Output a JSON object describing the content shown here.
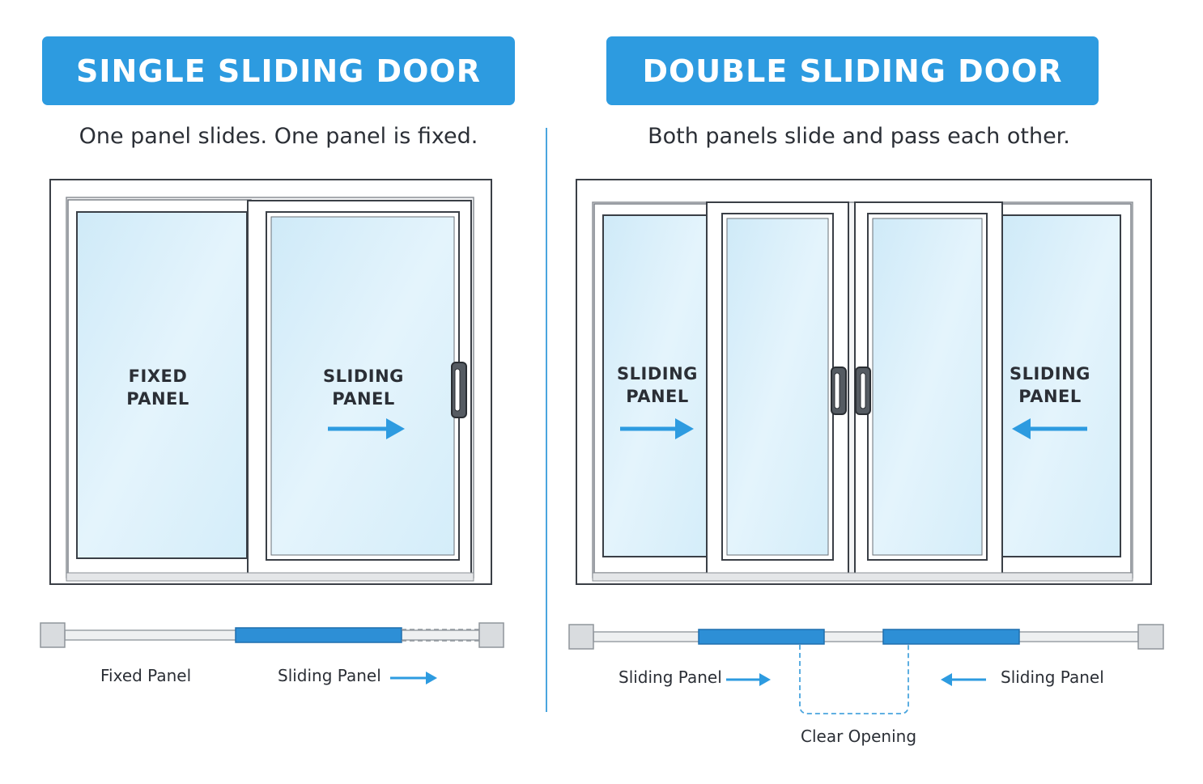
{
  "single": {
    "title": "SINGLE SLIDING DOOR",
    "subtitle": "One panel slides.  One panel is fixed.",
    "fixed_panel": {
      "line1": "FIXED",
      "line2": "PANEL"
    },
    "sliding_panel": {
      "line1": "SLIDING",
      "line2": "PANEL"
    },
    "caption_fixed": "Fixed Panel",
    "caption_sliding": "Sliding Panel"
  },
  "double": {
    "title": "DOUBLE SLIDING DOOR",
    "subtitle": "Both panels slide and pass each other.",
    "left_panel": {
      "line1": "SLIDING",
      "line2": "PANEL"
    },
    "right_panel": {
      "line1": "SLIDING",
      "line2": "PANEL"
    },
    "caption_left": "Sliding Panel",
    "caption_right": "Sliding Panel",
    "caption_opening": "Clear Opening"
  },
  "colors": {
    "accent": "#2d9be0",
    "glass": "#dff1fb",
    "frame": "#ffffff",
    "outline": "#3a3f46",
    "track": "#d9dcdf"
  }
}
